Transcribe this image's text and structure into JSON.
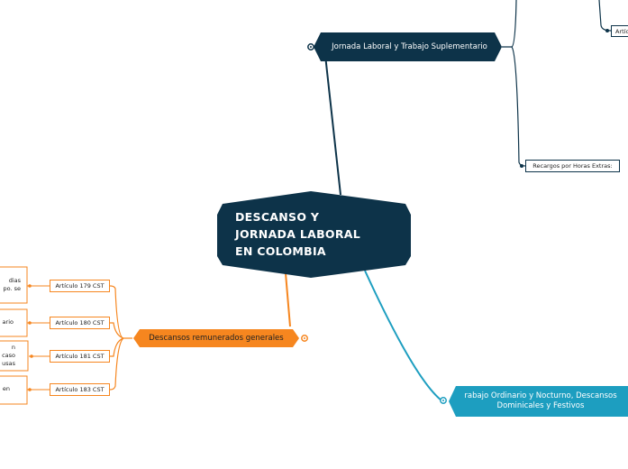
{
  "central": {
    "title": "DESCANSO Y\nJORNADA LABORAL\nEN COLOMBIA"
  },
  "branches": {
    "jornada": {
      "label": "Jornada Laboral y Trabajo Suplementario",
      "children": [
        "Artíc",
        "Recargos por Horas Extras:"
      ]
    },
    "descansos": {
      "label": "Descansos remunerados generales",
      "children": [
        "Artículo 179 CST",
        "Artículo 180 CST",
        "Artículo 181 CST",
        "Artículo 183 CST"
      ],
      "details": [
        "dias\npo. se",
        "ario",
        "n caso\nusas",
        "en"
      ]
    },
    "trabajo": {
      "label": "rabajo Ordinario y Nocturno, Descansos Dominicales y Festivos"
    }
  },
  "colors": {
    "dark": "#0d3349",
    "orange": "#f6861f",
    "teal": "#1d9ec0"
  }
}
